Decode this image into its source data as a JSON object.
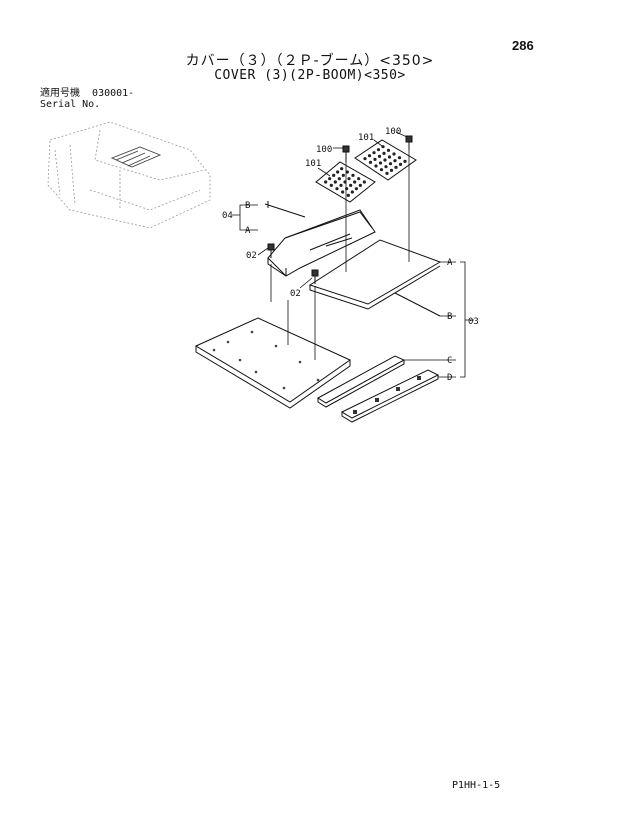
{
  "page": {
    "number": "286",
    "title_jp": "カバー（３）（２Ｐ-ブーム）<350>",
    "title_en": "COVER (3)(2P-BOOM)<350>",
    "serial_label_jp": "適用号機",
    "serial_value": "030001-",
    "serial_label_en": "Serial No.",
    "footer_code": "P1HH-1-5"
  },
  "callouts": {
    "c100a": "100",
    "c100b": "100",
    "c101a": "101",
    "c101b": "101",
    "c04": "04",
    "c02a": "02",
    "c02b": "02",
    "c03": "03",
    "A1": "A",
    "B1": "B",
    "A2": "A",
    "B2": "B",
    "C": "C",
    "D": "D"
  }
}
